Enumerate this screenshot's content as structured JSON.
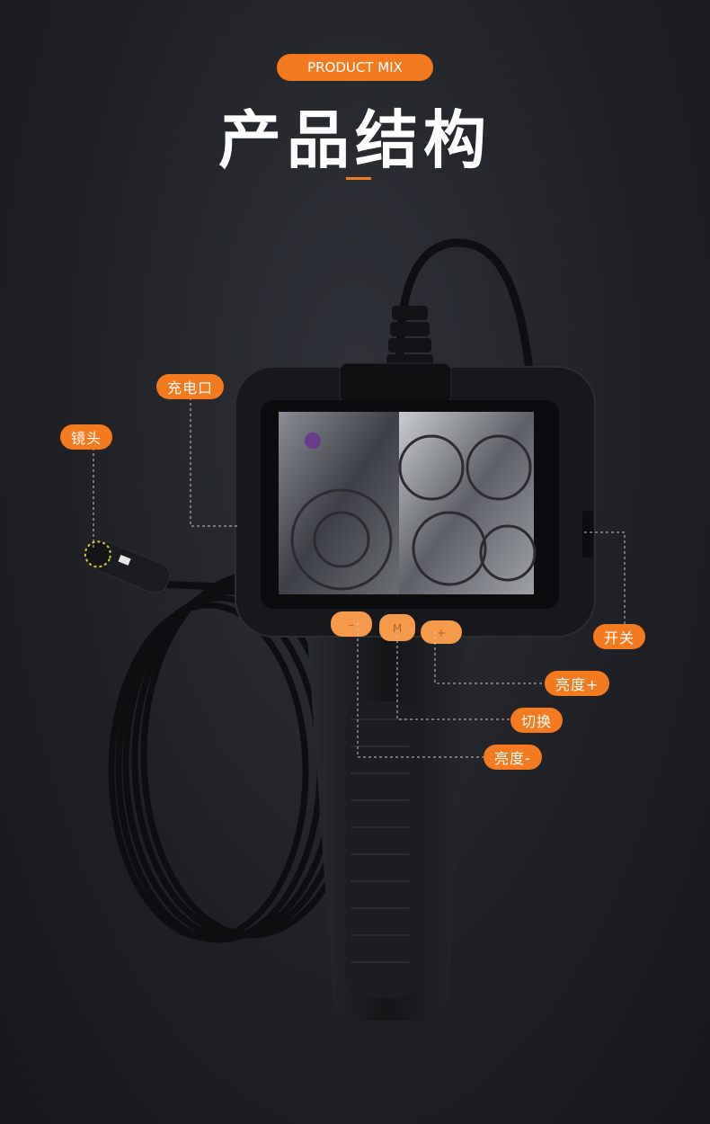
{
  "header": {
    "tag": "PRODUCT MIX",
    "title": "产品结构"
  },
  "labels": {
    "charging_port": "充电口",
    "lens": "镜头",
    "power_switch": "开关",
    "brightness_up": "亮度+",
    "switch_mode": "切换",
    "brightness_down": "亮度-"
  },
  "device": {
    "button_left": "–",
    "button_middle": "M",
    "button_right": "+"
  },
  "colors": {
    "accent": "#f47a1f",
    "background": "#1f2126",
    "device_body": "#17181b"
  }
}
